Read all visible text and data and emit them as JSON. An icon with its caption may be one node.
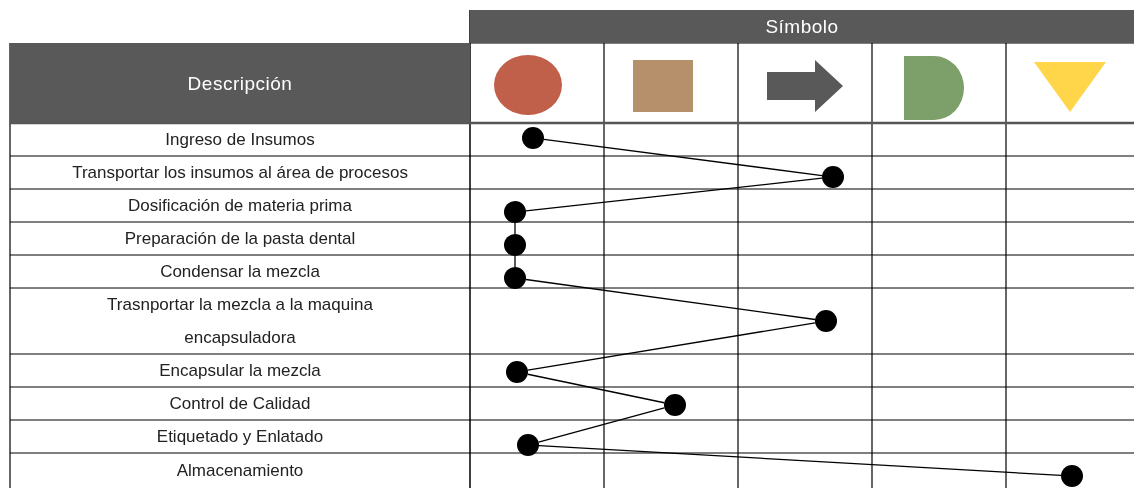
{
  "diagram": {
    "nodes": [
      {
        "text": [],
        "shape": "circle"
      },
      {
        "text": [],
        "shape": "circle"
      },
      {
        "text": [],
        "shape": "circle"
      },
      {
        "text": [],
        "shape": "circle"
      },
      {
        "text": [],
        "shape": "circle"
      },
      {
        "text": [],
        "shape": "circle"
      },
      {
        "text": [],
        "shape": "circle"
      },
      {
        "text": [],
        "shape": "circle"
      },
      {
        "text": [],
        "shape": "circle"
      },
      {
        "text": [],
        "shape": "circle"
      }
    ],
    "edges": [
      {
        "from": 0,
        "to": 1,
        "arrow": "none"
      },
      {
        "from": 1,
        "to": 2,
        "arrow": "none"
      },
      {
        "from": 2,
        "to": 3,
        "arrow": "none"
      },
      {
        "from": 3,
        "to": 4,
        "arrow": "none"
      },
      {
        "from": 4,
        "to": 5,
        "arrow": "none"
      },
      {
        "from": 5,
        "to": 6,
        "arrow": "none"
      },
      {
        "from": 6,
        "to": 7,
        "arrow": "none"
      },
      {
        "from": 7,
        "to": 8,
        "arrow": "none"
      },
      {
        "from": 8,
        "to": 9,
        "arrow": "none"
      }
    ],
    "labels": [
      "Símbolo",
      "Descripción",
      "Ingreso de Insumos",
      "Transportar los insumos al área de procesos",
      "Dosificación de materia prima",
      "Preparación de la pasta dental",
      "Condensar la mezcla",
      "Trasnportar la mezcla a la maquina encapsuladora",
      "Encapsular la mezcla",
      "Control de Calidad",
      "Etiquetado y Enlatado",
      "Almacenamiento"
    ]
  }
}
